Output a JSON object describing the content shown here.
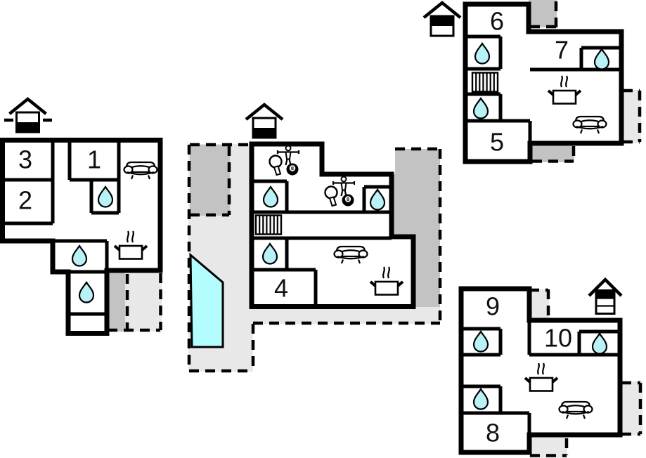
{
  "colors": {
    "wall": "#000000",
    "room": "#ffffff",
    "background": "#ffffff",
    "water": "#b8f2f6",
    "pool": "#b3fdff",
    "terrace_dark": "#c3c3c3",
    "terrace_light": "#e8e8e8"
  },
  "room_labels": {
    "r1": "1",
    "r2": "2",
    "r3": "3",
    "r4": "4",
    "r5": "5",
    "r6": "6",
    "r7": "7",
    "r8": "8",
    "r9": "9",
    "r10": "10"
  },
  "icons": {
    "eight_ball_label": "8",
    "names": [
      "water-drop-icon",
      "sofa-icon",
      "cooking-pot-icon",
      "stairs-icon",
      "house-entrance-icon",
      "table-games-icon",
      "eight-ball-icon",
      "pool"
    ]
  }
}
